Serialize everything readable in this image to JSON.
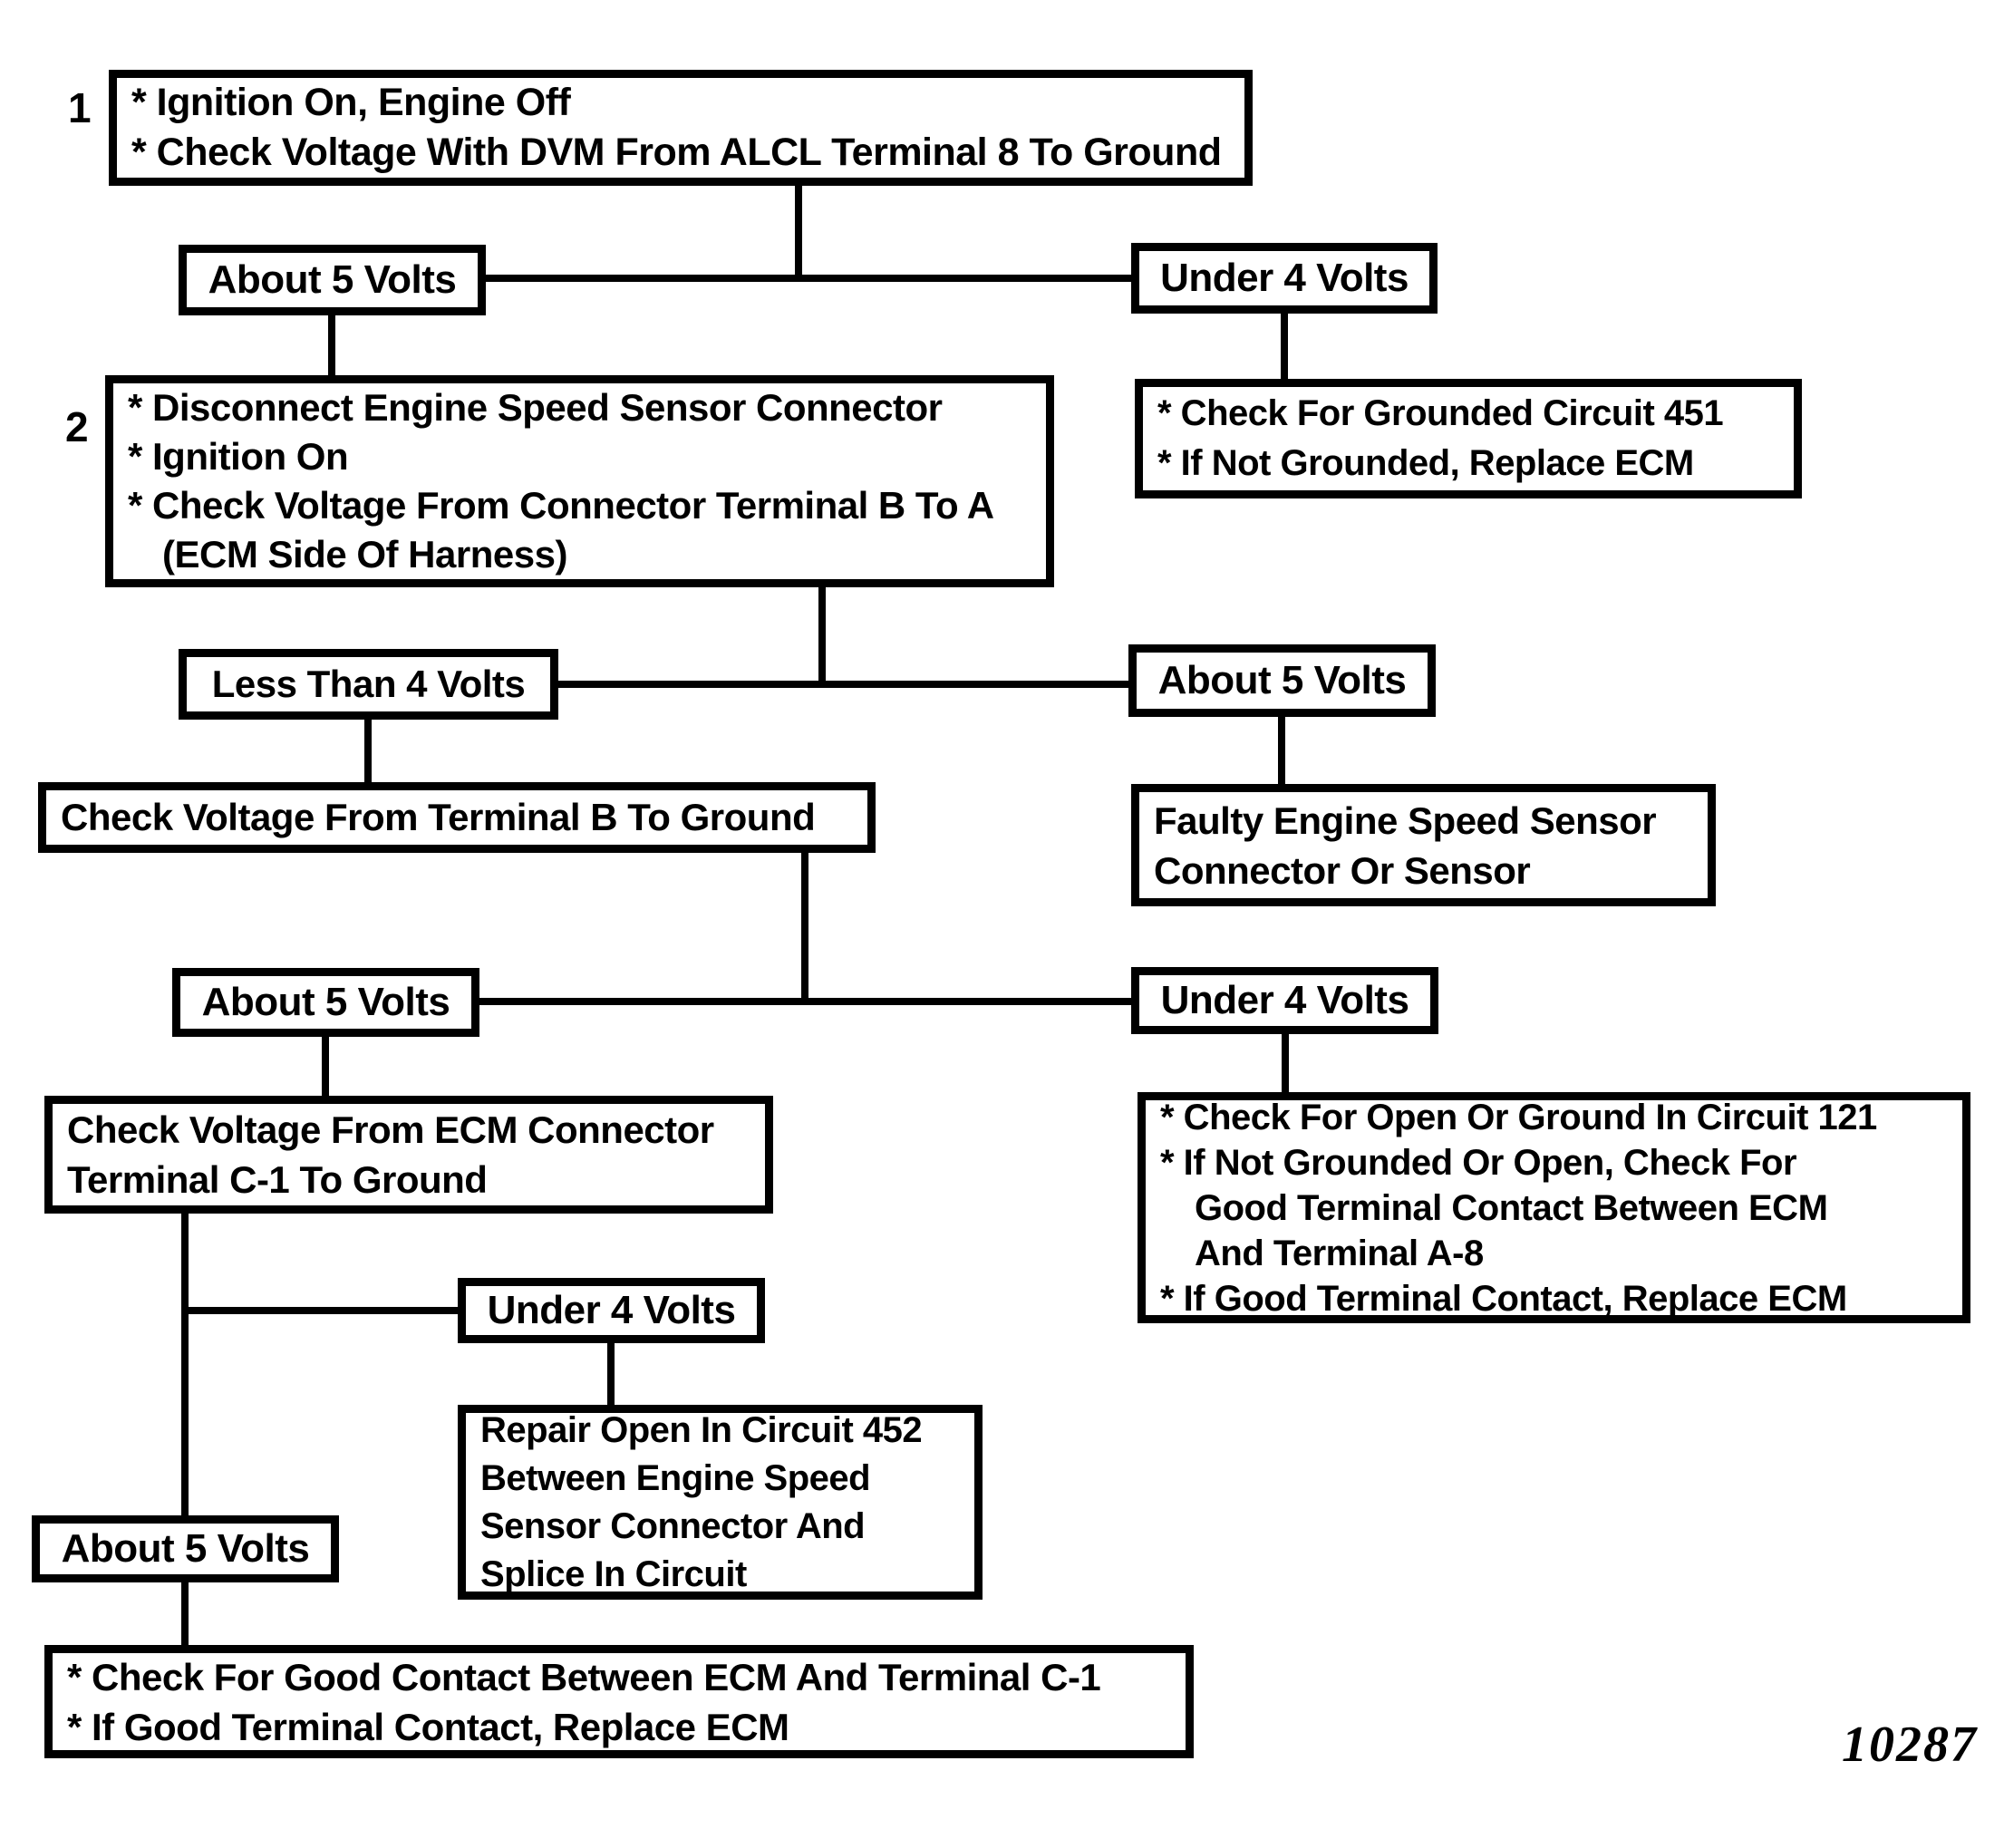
{
  "figure_number": "10287",
  "colors": {
    "line": "#000000",
    "background": "#ffffff",
    "text": "#000000"
  },
  "step_labels": {
    "step1": "1",
    "step2": "2"
  },
  "boxes": {
    "step1": {
      "lines": [
        "* Ignition On, Engine Off",
        "* Check Voltage With DVM From ALCL Terminal 8 To Ground"
      ]
    },
    "about5_a": {
      "label": "About 5 Volts"
    },
    "under4_a": {
      "label": "Under 4 Volts"
    },
    "step2": {
      "lines": [
        "* Disconnect Engine Speed Sensor Connector",
        "* Ignition On",
        "* Check Voltage From Connector Terminal B To A",
        "(ECM Side Of Harness)"
      ]
    },
    "grounded451": {
      "lines": [
        "* Check For Grounded Circuit 451",
        "* If Not Grounded, Replace ECM"
      ]
    },
    "less_than4": {
      "label": "Less Than 4 Volts"
    },
    "about5_b": {
      "label": "About 5 Volts"
    },
    "check_term_b": {
      "label": "Check Voltage From Terminal B To Ground"
    },
    "faulty_sensor": {
      "lines": [
        "Faulty Engine Speed Sensor",
        "Connector Or Sensor"
      ]
    },
    "about5_c": {
      "label": "About 5 Volts"
    },
    "under4_b": {
      "label": "Under 4 Volts"
    },
    "check_ecm": {
      "lines": [
        "Check Voltage From ECM Connector",
        "Terminal C-1 To Ground"
      ]
    },
    "circuit121": {
      "lines": [
        "* Check For Open Or Ground In Circuit 121",
        "* If Not Grounded Or Open, Check For",
        "Good Terminal Contact Between ECM",
        "And Terminal A-8",
        "* If Good Terminal Contact, Replace ECM"
      ]
    },
    "under4_c": {
      "label": "Under 4 Volts"
    },
    "repair452": {
      "lines": [
        "Repair Open In Circuit 452",
        "Between Engine Speed",
        "Sensor Connector And",
        "Splice In Circuit"
      ]
    },
    "about5_d": {
      "label": "About 5 Volts"
    },
    "final_check": {
      "lines": [
        "* Check For Good Contact Between ECM And Terminal C-1",
        "* If Good Terminal Contact, Replace ECM"
      ]
    }
  }
}
